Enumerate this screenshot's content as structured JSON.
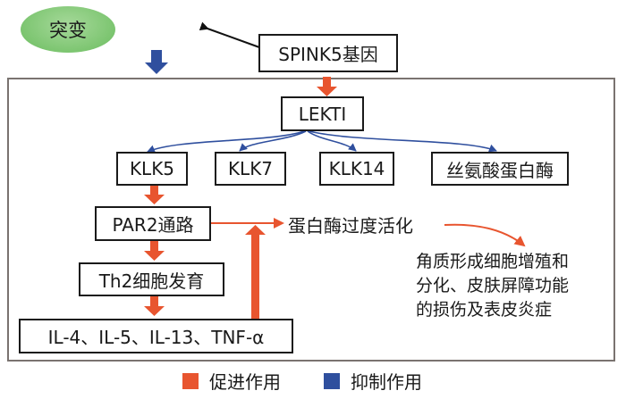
{
  "nodes": {
    "mutation": "突变",
    "gene": "SPINK5基因",
    "lekti": "LEKTI",
    "klk5": "KLK5",
    "klk7": "KLK7",
    "klk14": "KLK14",
    "serine_protease": "丝氨酸蛋白酶",
    "par2": "PAR2通路",
    "th2": "Th2细胞发育",
    "cytokines": "IL-4、IL-5、IL-13、TNF-α",
    "overactivation": "蛋白酶过度活化",
    "outcome": [
      "角质形成细胞增殖和",
      "分化、皮肤屏障功能",
      "的损伤及表皮炎症"
    ]
  },
  "legend": [
    {
      "label": "促进作用",
      "color": "#e8552f"
    },
    {
      "label": "抑制作用",
      "color": "#2f4f9e"
    }
  ],
  "colors": {
    "promote": "#e8552f",
    "inhibit": "#2f4f9e",
    "mutation_fill": "#7cc570",
    "frame": "#7a7370"
  }
}
